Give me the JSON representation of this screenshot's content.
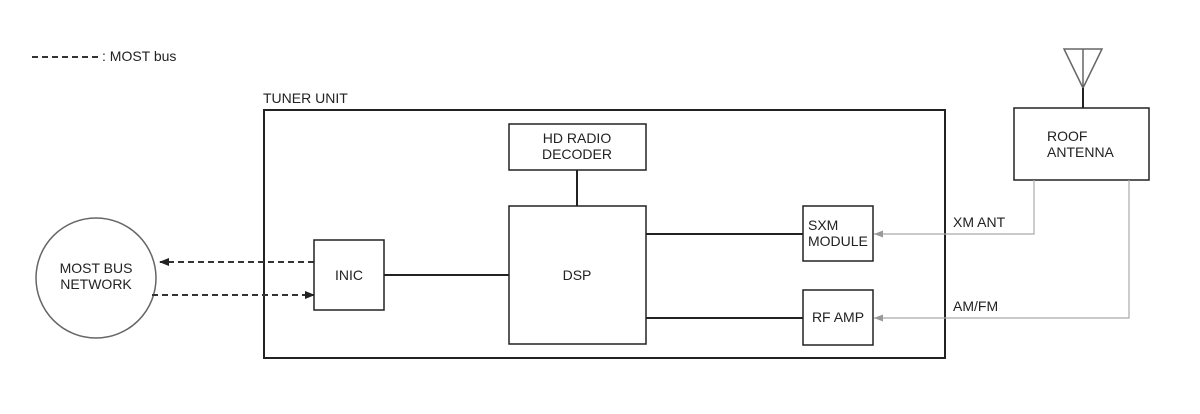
{
  "legend": {
    "label": ": MOST bus"
  },
  "tuner_unit": {
    "title": "TUNER UNIT"
  },
  "blocks": {
    "hd_radio_decoder": {
      "line1": "HD RADIO",
      "line2": "DECODER"
    },
    "dsp": {
      "label": "DSP"
    },
    "inic": {
      "label": "INIC"
    },
    "sxm_module": {
      "line1": "SXM",
      "line2": "MODULE"
    },
    "rf_amp": {
      "label": "RF AMP"
    },
    "roof_antenna": {
      "line1": "ROOF",
      "line2": "ANTENNA"
    },
    "most_bus_network": {
      "line1": "MOST BUS",
      "line2": "NETWORK"
    }
  },
  "signals": {
    "xm_ant": "XM ANT",
    "am_fm": "AM/FM"
  },
  "colors": {
    "line": "#222222",
    "antenna_feed": "#aaaaaa"
  }
}
